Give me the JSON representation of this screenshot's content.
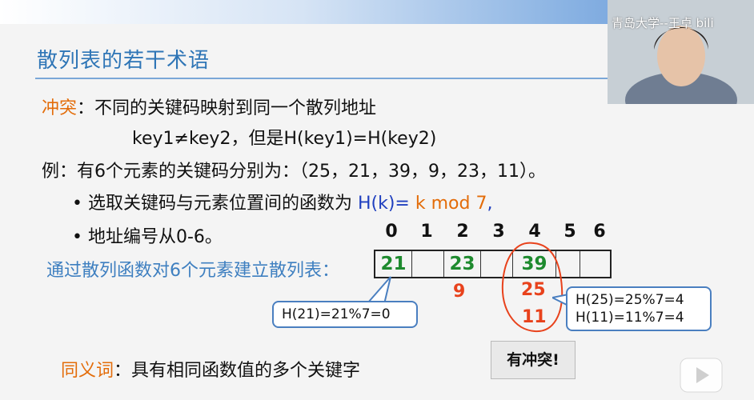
{
  "title": "散列表的若干术语",
  "conflict": {
    "term": "冲突",
    "colon": "：",
    "definition": "不同的关键码映射到同一个散列地址",
    "formula": "key1≠key2，但是H(key1)=H(key2)"
  },
  "example": {
    "text": "例：有6个元素的关键码分别为：（25，21，39，9，23，11）。"
  },
  "bullets": [
    {
      "dot": "•",
      "prefix": "选取关键码与元素位置间的函数为 ",
      "hk": "H(k)=",
      "mod": " k mod 7",
      "suffix": ","
    },
    {
      "dot": "•",
      "text": "地址编号从0-6。"
    }
  ],
  "build_label": "通过散列函数对6个元素建立散列表：",
  "table": {
    "indices": [
      "0",
      "1",
      "2",
      "3",
      "4",
      "5",
      "6"
    ],
    "cells": [
      "21",
      "",
      "23",
      "",
      "39",
      "",
      ""
    ],
    "extra": [
      {
        "value": "9"
      },
      {
        "value": "25"
      },
      {
        "value": "11"
      }
    ]
  },
  "callouts": {
    "left": "H(21)=21%7=0",
    "right_1": "H(25)=25%7=4",
    "right_2": "H(11)=11%7=4"
  },
  "synonym": {
    "term": "同义词",
    "colon": "：",
    "definition": "具有相同函数值的多个关键字"
  },
  "conflict_badge": "有冲突!",
  "watermark": "青岛大学--王卓 bili",
  "colors": {
    "title": "#2e75b6",
    "orange": "#e36c09",
    "blue": "#1f3fbf",
    "green": "#1e8a2e",
    "red": "#e8421c"
  }
}
